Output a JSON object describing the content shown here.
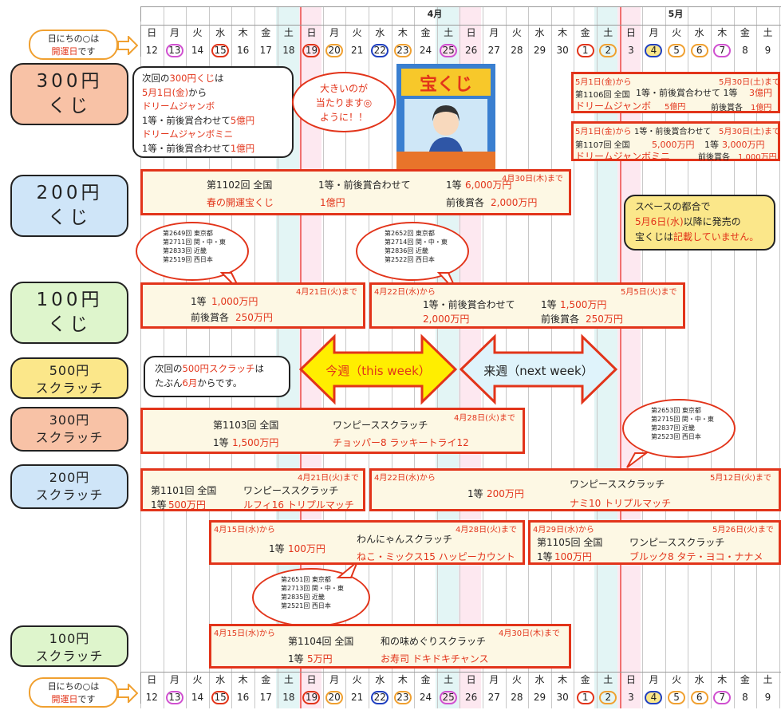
{
  "months": {
    "april": "4月",
    "may": "5月"
  },
  "weekdays": [
    "日",
    "月",
    "火",
    "水",
    "木",
    "金",
    "土",
    "日",
    "月",
    "火",
    "水",
    "木",
    "金",
    "土",
    "日",
    "月",
    "火",
    "水",
    "木",
    "金",
    "土",
    "日",
    "月",
    "火",
    "水",
    "木",
    "金",
    "土"
  ],
  "days": [
    "12",
    "13",
    "14",
    "15",
    "16",
    "17",
    "18",
    "19",
    "20",
    "21",
    "22",
    "23",
    "24",
    "25",
    "26",
    "27",
    "28",
    "29",
    "30",
    "1",
    "2",
    "3",
    "4",
    "5",
    "6",
    "7",
    "8",
    "9"
  ],
  "legend": {
    "line1": "日にちの○は",
    "line2_red": "開運日",
    "line2": "です"
  },
  "categories": {
    "kuji300": [
      "300円",
      "くじ"
    ],
    "kuji200": [
      "200円",
      "くじ"
    ],
    "kuji100": [
      "100円",
      "くじ"
    ],
    "scratch500": [
      "500円",
      "スクラッチ"
    ],
    "scratch300": [
      "300円",
      "スクラッチ"
    ],
    "scratch200": [
      "200円",
      "スクラッチ"
    ],
    "scratch100": [
      "100円",
      "スクラッチ"
    ]
  },
  "note300": {
    "l1a": "次回の",
    "l1b": "300円くじ",
    "l1c": "は",
    "l2a": "5月1日(金)",
    "l2b": "から",
    "l3": "ドリームジャンボ",
    "l4a": "1等・前後賞合わせて",
    "l4b": "5億円",
    "l5": "ドリームジャンボミニ",
    "l6a": "1等・前後賞合わせて",
    "l6b": "1億円"
  },
  "speech": {
    "l1": "大きいのが",
    "l2": "当たります",
    "l3": "ように！！"
  },
  "sign": "宝くじ",
  "jumbo": {
    "from": "5月1日(金)から",
    "until": "5月30日(土)まで",
    "round": "第1106回 全国",
    "prize": "1等・前後賞合わせて 1等",
    "prize_val": "3億円",
    "name": "ドリームジャンボ",
    "name_val": "5億円",
    "side": "前後賞各",
    "side_val": "1億円"
  },
  "jumbomini": {
    "from": "5月1日(金)から",
    "mid": "1等・前後賞合わせて",
    "until": "5月30日(土)まで",
    "round": "第1107回 全国",
    "v1": "5,000万円",
    "v2a": "1等",
    "v2": "3,000万円",
    "name": "ドリームジャンボミニ",
    "side": "前後賞各",
    "side_val": "1,000万円"
  },
  "kuji200box": {
    "round": "第1102回 全国",
    "combo": "1等・前後賞合わせて",
    "first": "1等",
    "first_val": "6,000万円",
    "name": "春の開運宝くじ",
    "combo_val": "1億円",
    "side": "前後賞各",
    "side_val": "2,000万円",
    "until": "4月30日(木)まで"
  },
  "spaceNote": {
    "l1": "スペースの都合で",
    "l2": "5月6日(水)",
    "l2b": "以降に発売の",
    "l3": "宝くじは",
    "l3b": "記載していません。"
  },
  "bubbles": {
    "a": [
      "第2649回 東京都",
      "第2711回 関・中・東",
      "第2833回 近畿",
      "第2519回 西日本"
    ],
    "b": [
      "第2652回 東京都",
      "第2714回 関・中・東",
      "第2836回 近畿",
      "第2522回 西日本"
    ],
    "c": [
      "第2653回 東京都",
      "第2715回 関・中・東",
      "第2837回 近畿",
      "第2523回 西日本"
    ],
    "d": [
      "第2651回 東京都",
      "第2713回 関・中・東",
      "第2835回 近畿",
      "第2521回 西日本"
    ]
  },
  "kuji100a": {
    "until": "4月21日(火)まで",
    "l1a": "1等",
    "l1b": "1,000万円",
    "l2a": "前後賞各",
    "l2b": "250万円"
  },
  "kuji100b": {
    "from": "4月22日(水)から",
    "until": "5月5日(火)まで",
    "combo": "1等・前後賞合わせて",
    "combo_val": "2,000万円",
    "first": "1等",
    "first_val": "1,500万円",
    "side": "前後賞各",
    "side_val": "250万円"
  },
  "note500": {
    "l1a": "次回の",
    "l1b": "500円スクラッチ",
    "l1c": "は",
    "l2a": "たぶん",
    "l2b": "6月",
    "l2c": "からです。"
  },
  "arrows": {
    "thisweek": "今週（this week）",
    "nextweek": "来週（next week）"
  },
  "scratch300box": {
    "round": "第1103回 全国",
    "name": "ワンピーススクラッチ",
    "until": "4月28日(火)まで",
    "first": "1等",
    "first_val": "1,500万円",
    "sub": "チョッパー8 ラッキートライ12"
  },
  "scratch200a": {
    "until": "4月21日(火)まで",
    "round": "第1101回 全国",
    "name": "ワンピーススクラッチ",
    "first": "1等",
    "first_val": "500万円",
    "sub": "ルフィ16 トリプルマッチ"
  },
  "scratch200b": {
    "from": "4月22日(水)から",
    "name": "ワンピーススクラッチ",
    "until": "5月12日(火)まで",
    "first": "1等",
    "first_val": "200万円",
    "sub": "ナミ10 トリプルマッチ"
  },
  "wannyan": {
    "from": "4月15日(水)から",
    "until": "4月28日(火)まで",
    "name": "わんにゃんスクラッチ",
    "first": "1等",
    "first_val": "100万円",
    "sub": "ねこ・ミックス15 ハッピーカウント"
  },
  "blook": {
    "from": "4月29日(水)から",
    "until": "5月26日(火)まで",
    "round": "第1105回 全国",
    "name": "ワンピーススクラッチ",
    "first": "1等",
    "first_val": "100万円",
    "sub": "ブルック8 タテ・ヨコ・ナナメ"
  },
  "scratch100box": {
    "from": "4月15日(水)から",
    "round": "第1104回 全国",
    "name": "和の味めぐりスクラッチ",
    "until": "4月30日(木)まで",
    "first": "1等",
    "first_val": "5万円",
    "sub": "お寿司 ドキドキチャンス"
  }
}
